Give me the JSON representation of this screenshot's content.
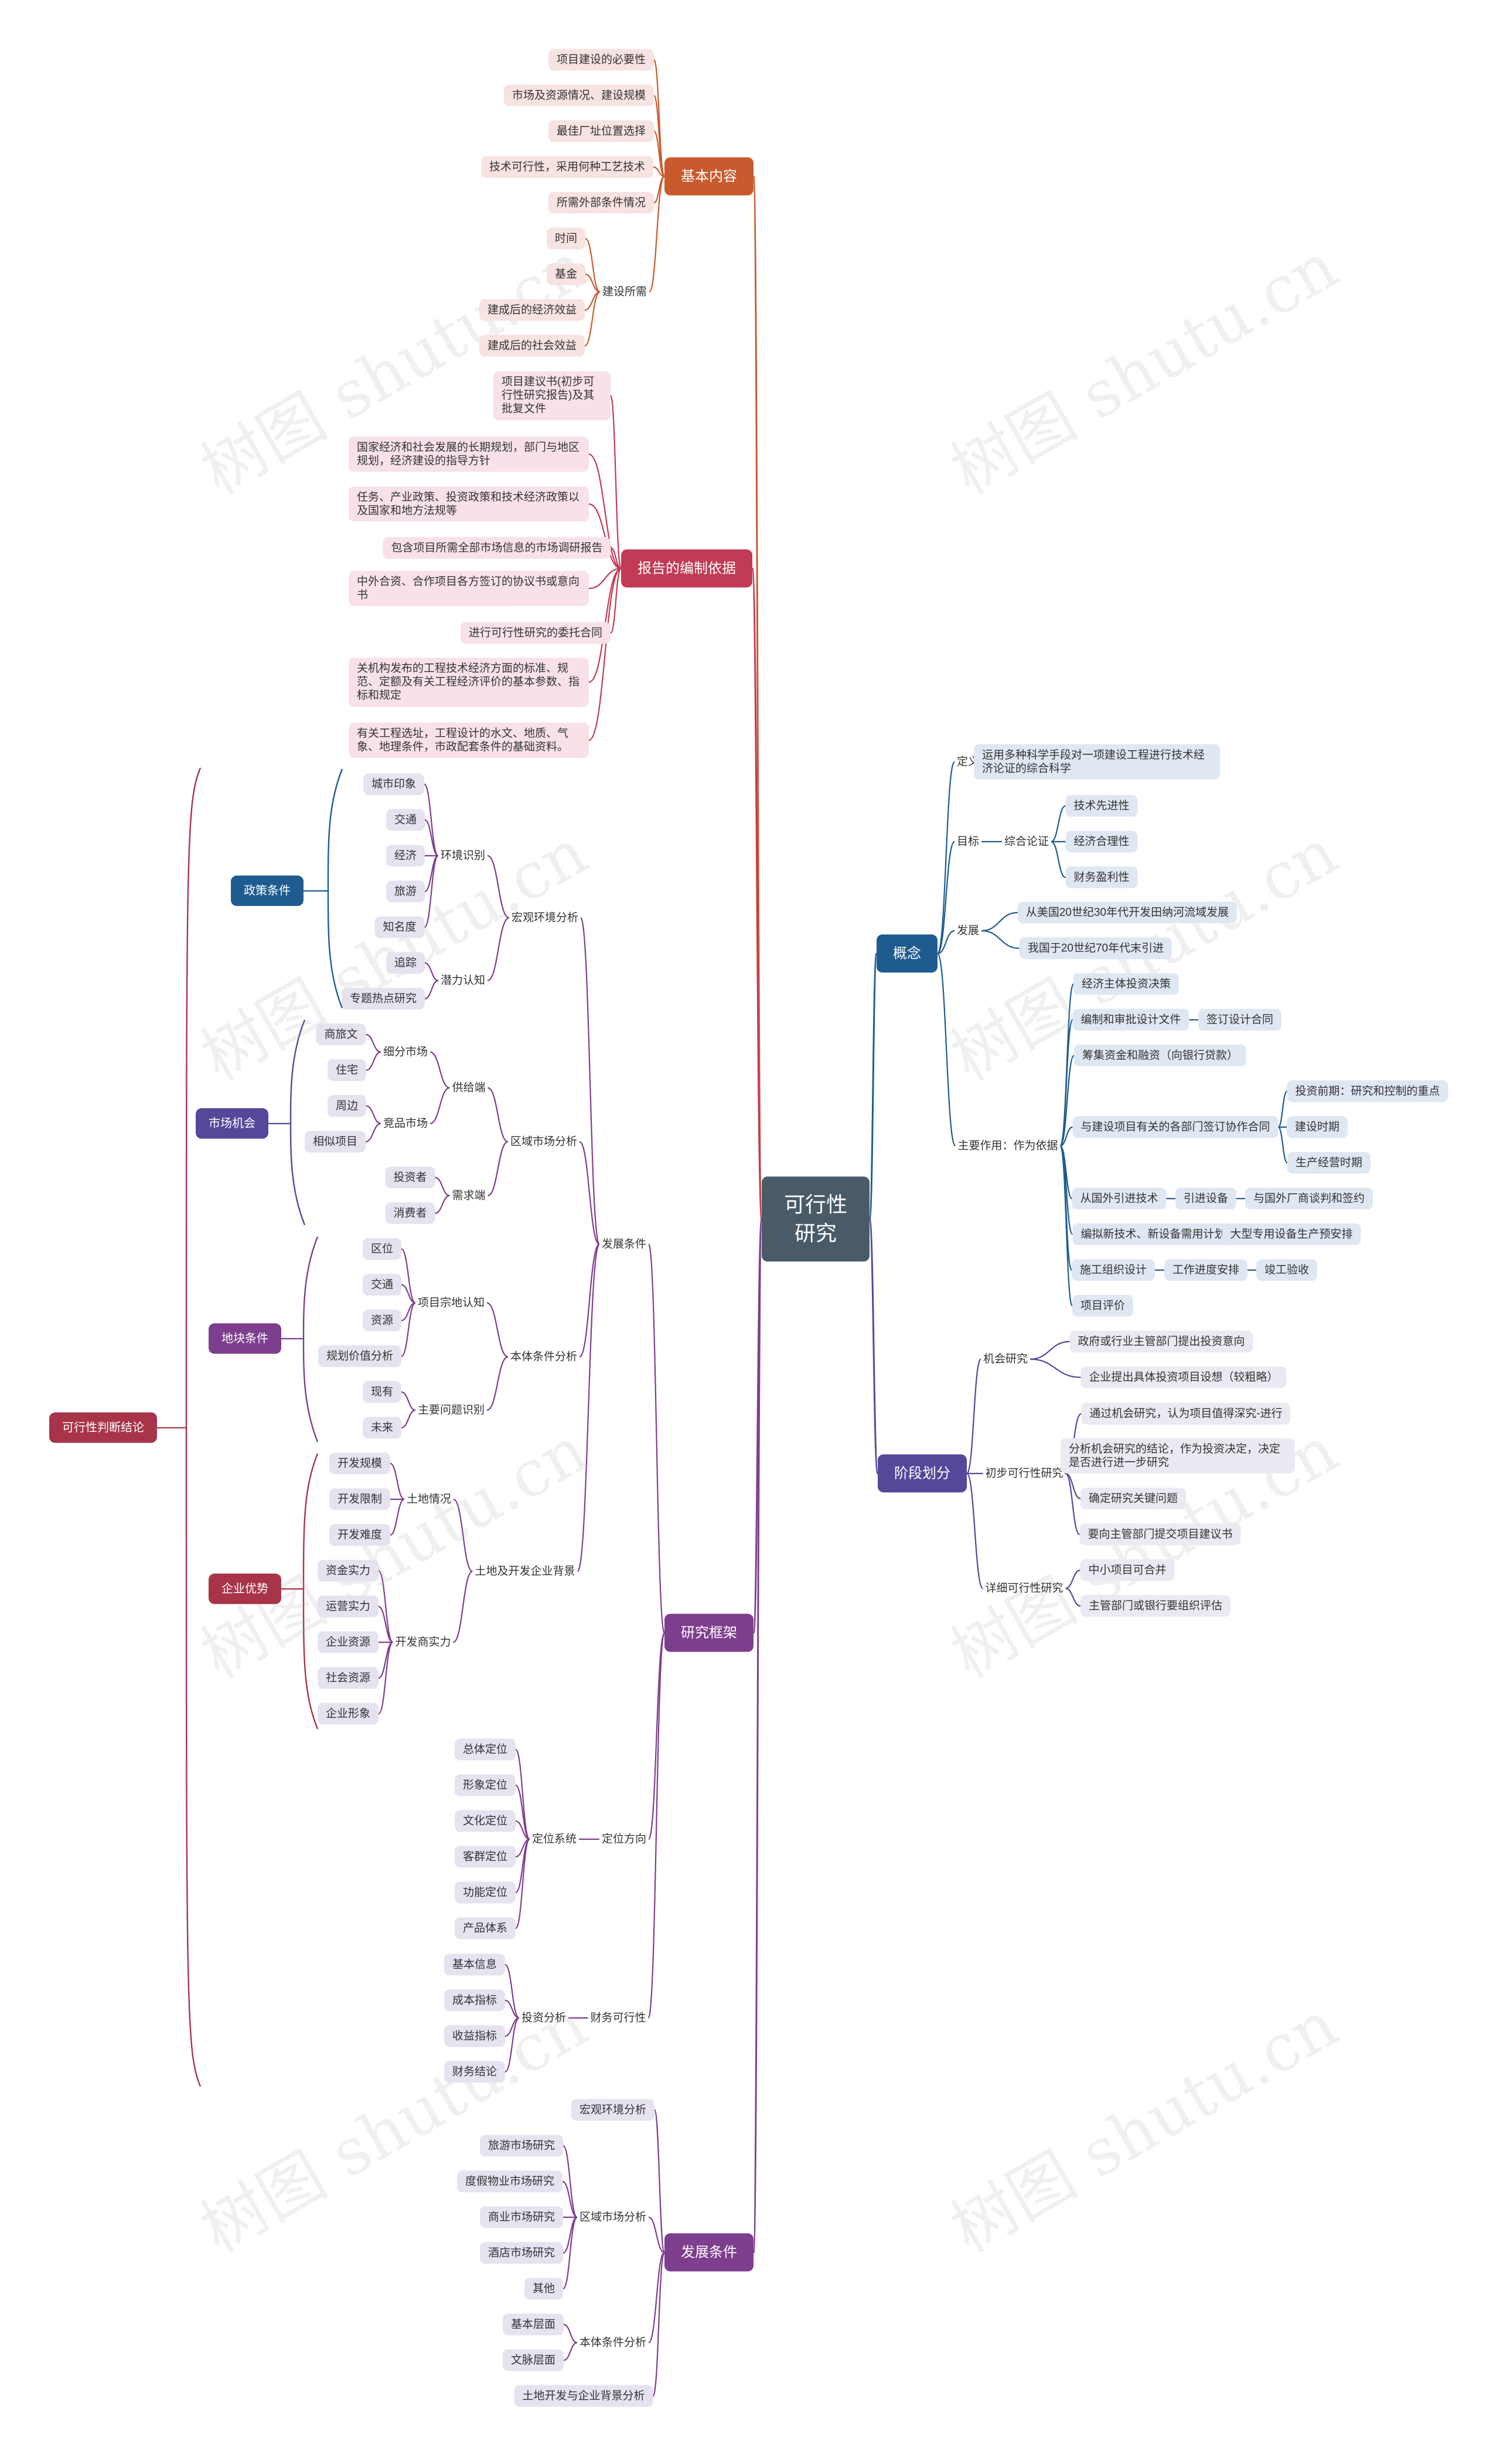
{
  "root": "可行性\n研究",
  "watermark": "树图 shutu.cn",
  "colors": {
    "root": "#4a5b67",
    "orange": "#c85a2e",
    "red": "#c23a55",
    "purple": "#7e3e8e",
    "blue": "#1e5c8f",
    "violet": "#54489a",
    "sideRed": "#a8344a"
  },
  "jiben": {
    "title": "基本内容",
    "items": [
      "项目建设的必要性",
      "市场及资源情况、建设规模",
      "最佳厂址位置选择",
      "技术可行性，采用何种工艺技术",
      "所需外部条件情况"
    ],
    "suoxu": {
      "label": "建设所需",
      "items": [
        "时间",
        "基金",
        "建成后的经济效益",
        "建成后的社会效益"
      ]
    }
  },
  "baogao": {
    "title": "报告的编制依据",
    "items": [
      "项目建议书(初步可行性研究报告)及其批复文件",
      "国家经济和社会发展的长期规划，部门与地区规划，经济建设的指导方针",
      "任务、产业政策、投资政策和技术经济政策以及国家和地方法规等",
      "包含项目所需全部市场信息的市场调研报告",
      "中外合资、合作项目各方签订的协议书或意向书",
      "进行可行性研究的委托合同",
      "关机构发布的工程技术经济方面的标准、规范、定额及有关工程经济评价的基本参数、指标和规定",
      "有关工程选址，工程设计的水文、地质、气象、地理条件，市政配套条件的基础资料。"
    ]
  },
  "yanjiu": {
    "title": "研究框架",
    "fazhan": {
      "label": "发展条件",
      "hongguan": {
        "label": "宏观环境分析",
        "huanjing": {
          "label": "环境识别",
          "items": [
            "城市印象",
            "交通",
            "经济",
            "旅游",
            "知名度"
          ]
        },
        "qianli": {
          "label": "潜力认知",
          "items": [
            "追踪",
            "专题热点研究"
          ]
        }
      },
      "quyu": {
        "label": "区域市场分析",
        "gongji": {
          "label": "供给端",
          "xifen": {
            "label": "细分市场",
            "items": [
              "商旅文",
              "住宅"
            ]
          },
          "jingpin": {
            "label": "竞品市场",
            "items": [
              "周边",
              "相似项目"
            ]
          }
        },
        "xuqiu": {
          "label": "需求端",
          "items": [
            "投资者",
            "消费者"
          ]
        }
      },
      "benti": {
        "label": "本体条件分析",
        "xiangmu": {
          "label": "项目宗地认知",
          "items": [
            "区位",
            "交通",
            "资源",
            "规划价值分析"
          ]
        },
        "zhuyao": {
          "label": "主要问题识别",
          "items": [
            "现有",
            "未来"
          ]
        }
      },
      "tudi": {
        "label": "土地及开发企业背景",
        "tudiqk": {
          "label": "土地情况",
          "items": [
            "开发规模",
            "开发限制",
            "开发难度"
          ]
        },
        "kaifa": {
          "label": "开发商实力",
          "items": [
            "资金实力",
            "运营实力",
            "企业资源",
            "社会资源",
            "企业形象"
          ]
        }
      }
    },
    "dingwei": {
      "label": "定位方向",
      "xitong": {
        "label": "定位系统",
        "items": [
          "总体定位",
          "形象定位",
          "文化定位",
          "客群定位",
          "功能定位",
          "产品体系"
        ]
      }
    },
    "caiwu": {
      "label": "财务可行性",
      "touzi": {
        "label": "投资分析",
        "items": [
          "基本信息",
          "成本指标",
          "收益指标",
          "财务结论"
        ]
      }
    }
  },
  "fazhantj": {
    "title": "发展条件",
    "hongguan": "宏观环境分析",
    "quyu": {
      "label": "区域市场分析",
      "items": [
        "旅游市场研究",
        "度假物业市场研究",
        "商业市场研究",
        "酒店市场研究",
        "其他"
      ]
    },
    "benti": {
      "label": "本体条件分析",
      "items": [
        "基本层面",
        "文脉层面"
      ]
    },
    "tudi": "土地开发与企业背景分析"
  },
  "left": {
    "conclusion": "可行性判断结论",
    "groups": [
      "政策条件",
      "市场机会",
      "地块条件",
      "企业优势"
    ]
  },
  "gainian": {
    "title": "概念",
    "dingyi": {
      "label": "定义",
      "text": "运用多种科学手段对一项建设工程进行技术经济论证的综合科学"
    },
    "mubiao": {
      "label": "目标",
      "sub": "综合论证",
      "items": [
        "技术先进性",
        "经济合理性",
        "财务盈利性"
      ]
    },
    "fazhan": {
      "label": "发展",
      "items": [
        "从美国20世纪30年代开发田纳河流域发展",
        "我国于20世纪70年代末引进"
      ]
    },
    "zuoyong": {
      "label": "主要作用：作为依据",
      "a": "经济主体投资决策",
      "b": {
        "label": "编制和审批设计文件",
        "next": "签订设计合同"
      },
      "c": "筹集资金和融资（向银行贷款）",
      "d": {
        "label": "与建设项目有关的各部门签订协作合同",
        "items": [
          "投资前期：研究和控制的重点",
          "建设时期",
          "生产经营时期"
        ]
      },
      "e": {
        "label": "从国外引进技术",
        "next": "引进设备",
        "next2": "与国外厂商谈判和签约"
      },
      "f": {
        "label": "编拟新技术、新设备需用计划",
        "next": "大型专用设备生产预安排"
      },
      "g": {
        "label": "施工组织设计",
        "next": "工作进度安排",
        "next2": "竣工验收"
      },
      "h": "项目评价"
    }
  },
  "jieduan": {
    "title": "阶段划分",
    "jihui": {
      "label": "机会研究",
      "items": [
        "政府或行业主管部门提出投资意向",
        "企业提出具体投资项目设想（较粗略）"
      ]
    },
    "chubu": {
      "label": "初步可行性研究",
      "items": [
        "通过机会研究，认为项目值得深究-进行",
        "分析机会研究的结论，作为投资决定，决定是否进行进一步研究",
        "确定研究关键问题",
        "要向主管部门提交项目建议书"
      ]
    },
    "xiangxi": {
      "label": "详细可行性研究",
      "items": [
        "中小项目可合并",
        "主管部门或银行要组织评估"
      ]
    }
  }
}
